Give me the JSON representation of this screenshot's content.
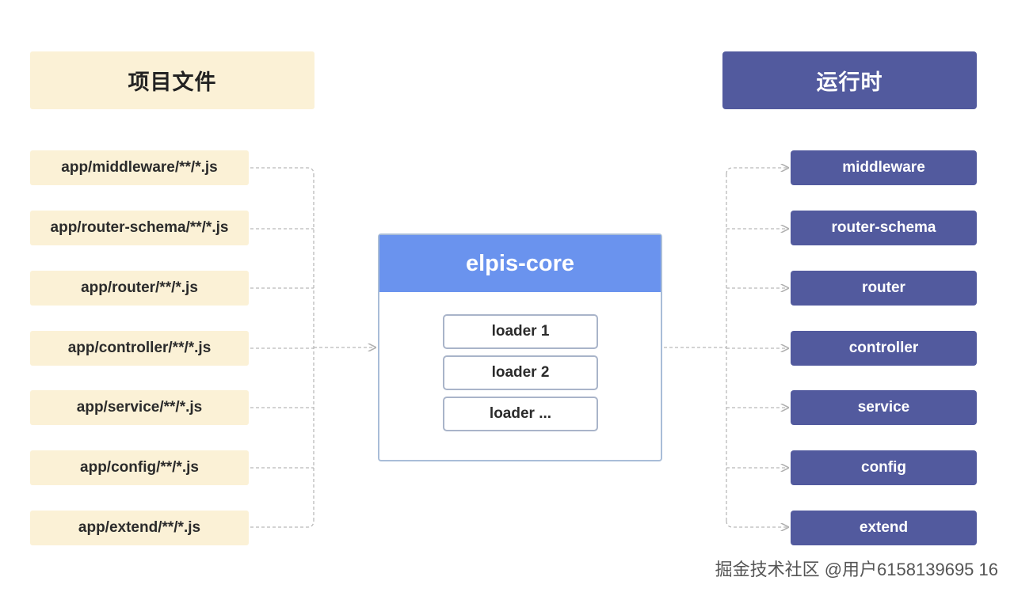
{
  "left_header": "项目文件",
  "right_header": "运行时",
  "files": [
    "app/middleware/**/*.js",
    "app/router-schema/**/*.js",
    "app/router/**/*.js",
    "app/controller/**/*.js",
    "app/service/**/*.js",
    "app/config/**/*.js",
    "app/extend/**/*.js"
  ],
  "core": {
    "title": "elpis-core",
    "loaders": [
      "loader 1",
      "loader 2",
      "loader ..."
    ]
  },
  "modules": [
    "middleware",
    "router-schema",
    "router",
    "controller",
    "service",
    "config",
    "extend"
  ],
  "watermark": "掘金技术社区 @用户6158139695 16",
  "colors": {
    "file_bg": "#fbf1d6",
    "module_bg": "#525a9e",
    "core_header": "#6a93ee",
    "core_border": "#a9bdd8",
    "connector": "#b9b9b9"
  }
}
